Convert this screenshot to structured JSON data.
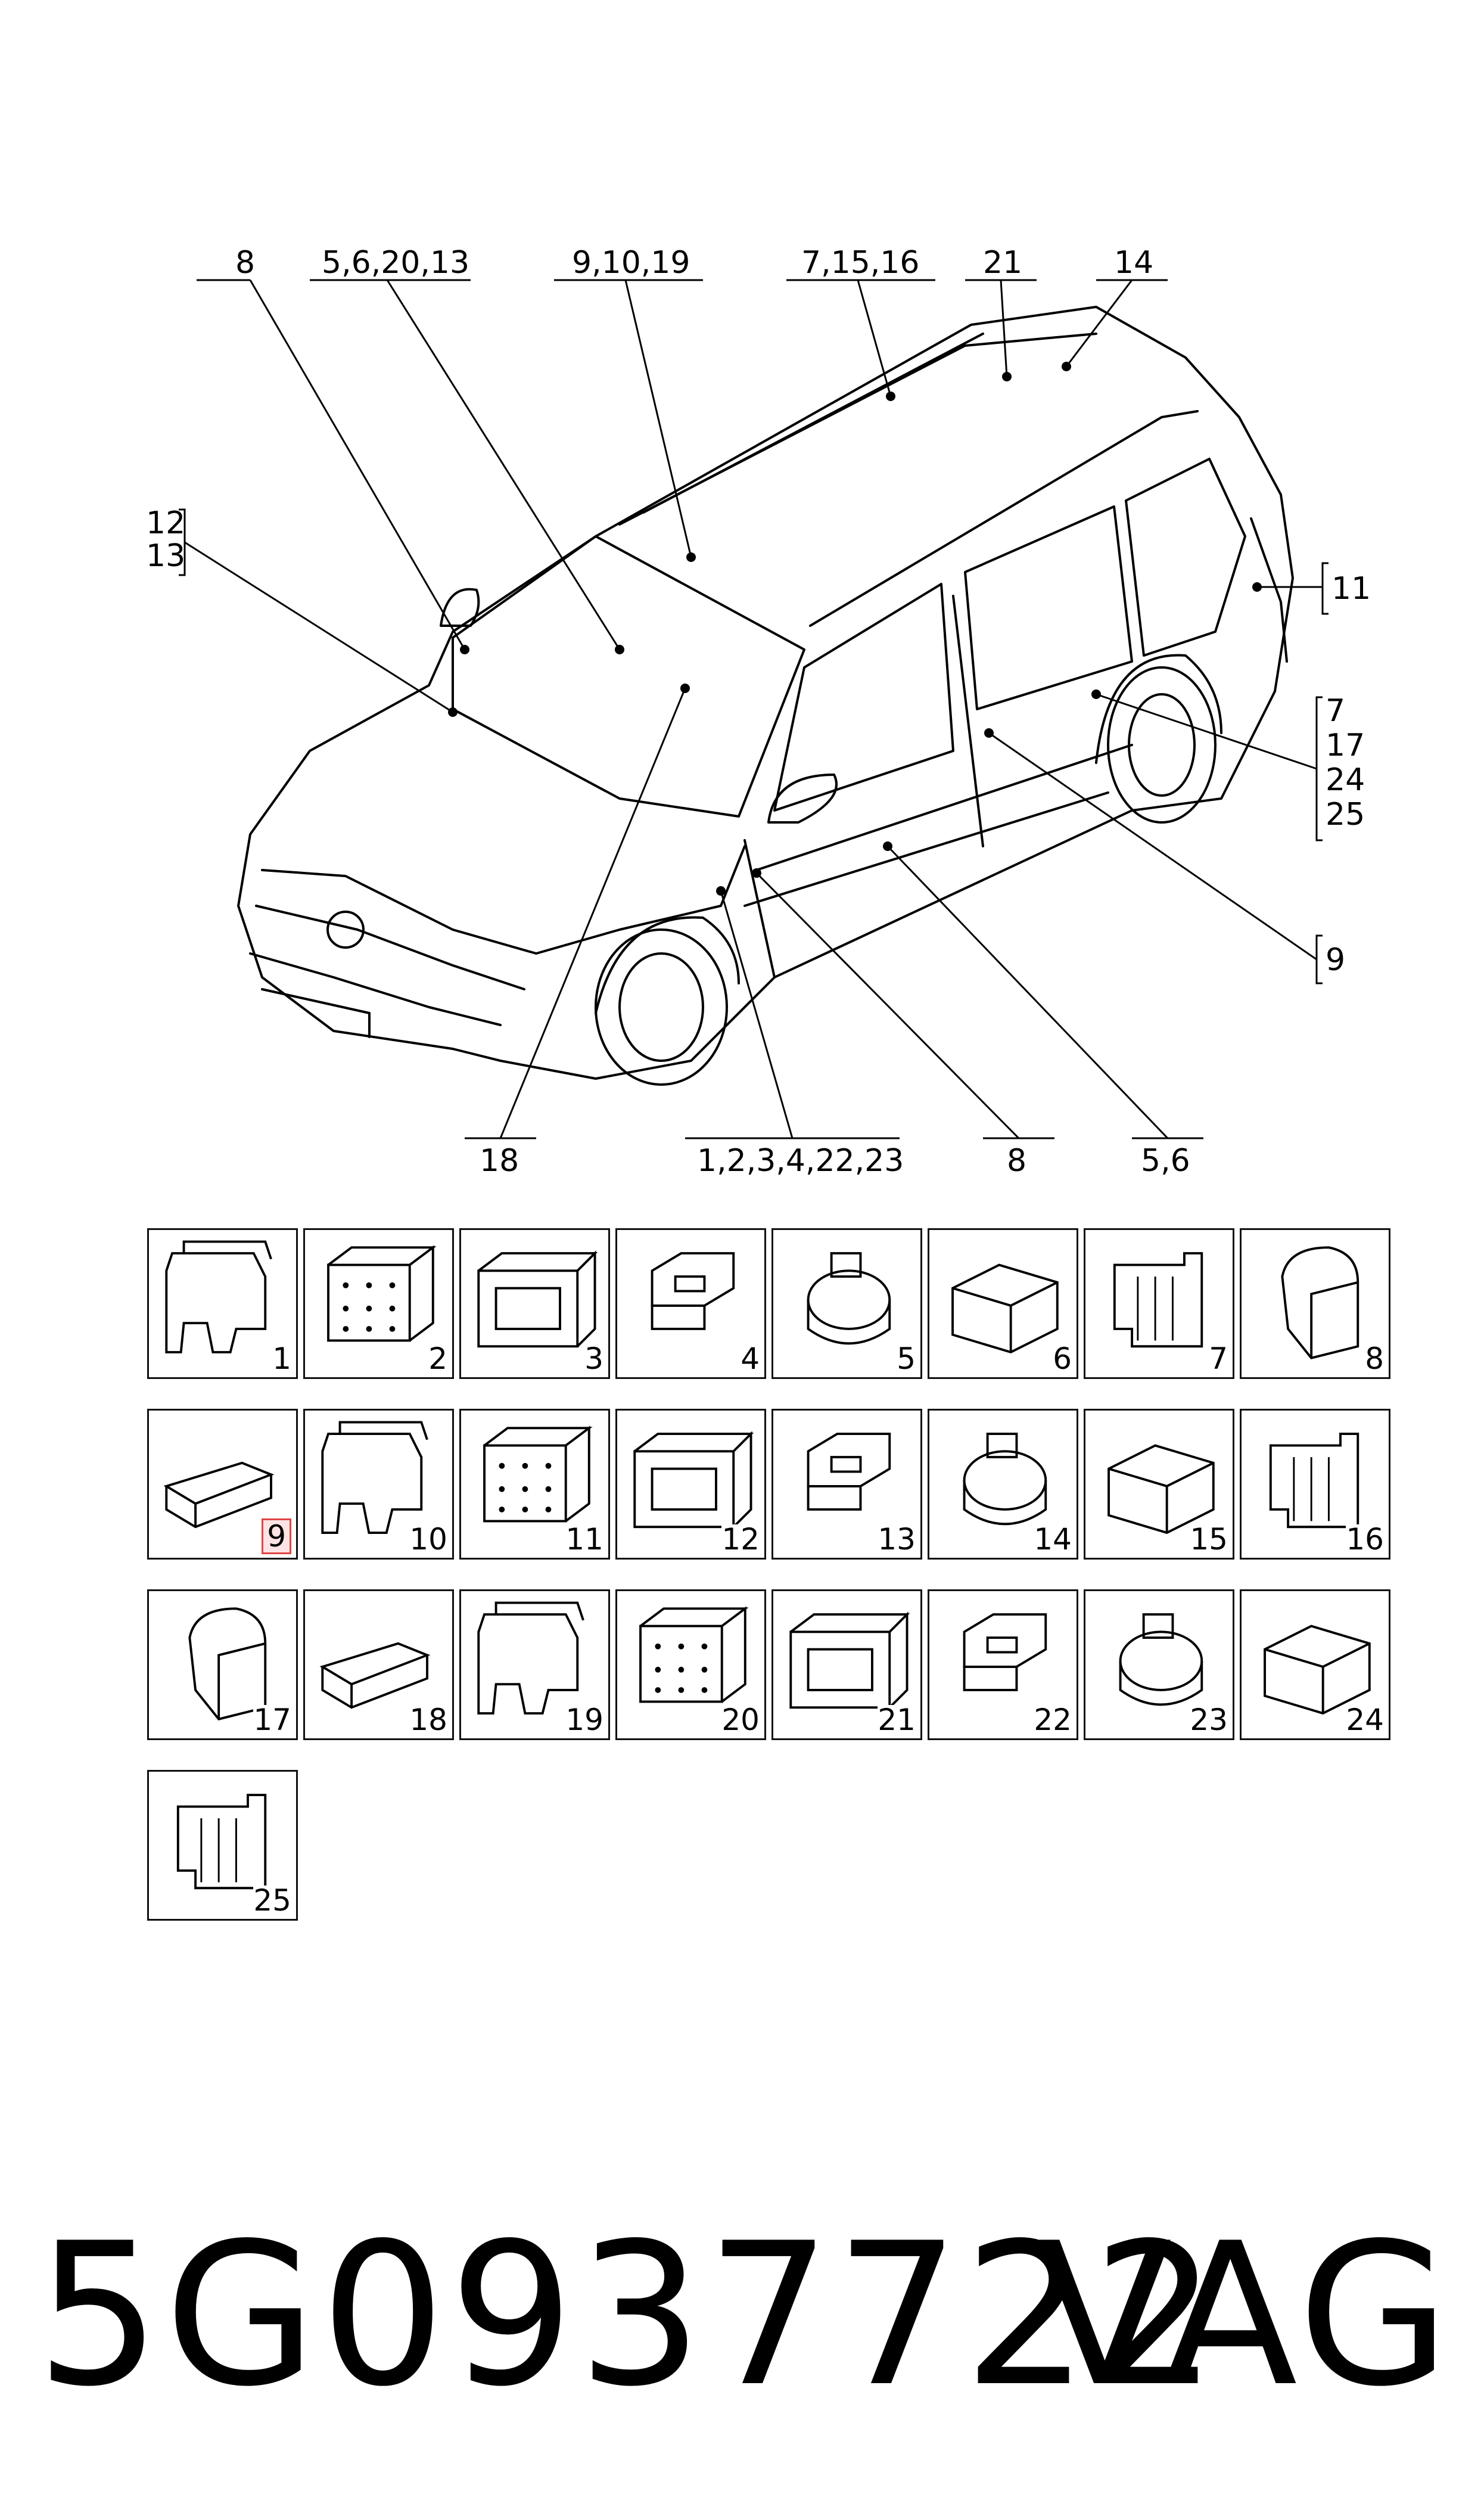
{
  "callouts": [
    {
      "label": "8"
    },
    {
      "label": "5,6,20,13"
    },
    {
      "label": "9,10,19"
    },
    {
      "label": "7,15,16"
    },
    {
      "label": "21"
    },
    {
      "label": "14"
    },
    {
      "label": "12"
    },
    {
      "label": "13"
    },
    {
      "label": "11"
    },
    {
      "label": "7"
    },
    {
      "label": "17"
    },
    {
      "label": "24"
    },
    {
      "label": "25"
    },
    {
      "label": "9"
    },
    {
      "label": "18"
    },
    {
      "label": "1,2,3,4,22,23"
    },
    {
      "label": "8"
    },
    {
      "label": "5,6"
    }
  ],
  "connectors": [
    {
      "number": "1",
      "icon": "connector-shell-icon"
    },
    {
      "number": "2",
      "icon": "multi-pin-housing-icon"
    },
    {
      "number": "3",
      "icon": "multi-pin-housing-icon"
    },
    {
      "number": "4",
      "icon": "socket-housing-icon"
    },
    {
      "number": "5",
      "icon": "socket-housing-icon"
    },
    {
      "number": "6",
      "icon": "round-connector-icon"
    },
    {
      "number": "7",
      "icon": "round-connector-icon"
    },
    {
      "number": "8",
      "icon": "angled-connector-icon"
    },
    {
      "number": "9",
      "icon": "flat-connector-icon",
      "highlighted": true
    },
    {
      "number": "10",
      "icon": "round-pin-housing-icon"
    },
    {
      "number": "11",
      "icon": "tall-connector-icon"
    },
    {
      "number": "12",
      "icon": "single-pin-plug-icon"
    },
    {
      "number": "13",
      "icon": "single-pin-plug-icon"
    },
    {
      "number": "14",
      "icon": "multi-pin-housing-icon"
    },
    {
      "number": "15",
      "icon": "round-connector-icon"
    },
    {
      "number": "16",
      "icon": "oval-connector-icon"
    },
    {
      "number": "17",
      "icon": "oval-connector-icon"
    },
    {
      "number": "18",
      "icon": "round-connector-icon"
    },
    {
      "number": "19",
      "icon": "multi-pin-housing-icon"
    },
    {
      "number": "20",
      "icon": "socket-housing-icon"
    },
    {
      "number": "21",
      "icon": "oval-connector-icon"
    },
    {
      "number": "22",
      "icon": "multi-pin-housing-icon"
    },
    {
      "number": "23",
      "icon": "multi-pin-housing-icon"
    },
    {
      "number": "24",
      "icon": "round-connector-icon"
    },
    {
      "number": "25",
      "icon": "round-connector-icon"
    }
  ],
  "footer": {
    "part_number": "5G0937722",
    "brand": "VAG"
  },
  "colors": {
    "line": "#000000",
    "highlight_border": "#e04545",
    "highlight_fill": "#fde3e3"
  }
}
